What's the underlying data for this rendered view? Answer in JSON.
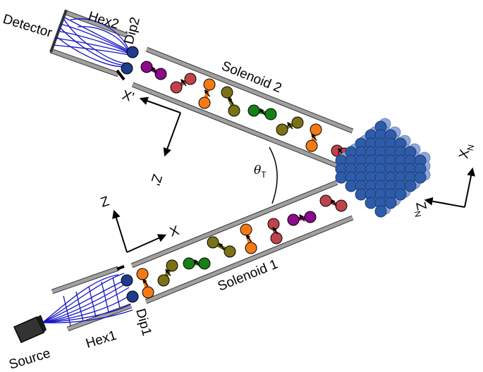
{
  "labels": {
    "detector": "Detector",
    "hex2": "Hex2",
    "dip2": "Dip2",
    "solenoid2": "Solenoid 2",
    "solenoid1": "Solenoid 1",
    "source": "Source",
    "hex1": "Hex1",
    "dip1": "Dip1",
    "theta": "θ",
    "theta_sub": "T"
  },
  "axes": {
    "beam1": {
      "z": "Z",
      "x": "X"
    },
    "beam2": {
      "x": "X'",
      "z": "Z'"
    },
    "nucleus": {
      "x": "X",
      "x_sub": "N",
      "z": "Z",
      "z_sub": "N"
    }
  },
  "colors": {
    "tube": "#a0a0a0",
    "tube_edge": "#333333",
    "coil": "#1414c8",
    "dipole": "#1f3c8c",
    "nucleus": "#2e5ca8",
    "nucleus_back": "#8fa8d8",
    "source_box": "#333333",
    "molecules": [
      "#8b0b8b",
      "#c0434b",
      "#f57a14",
      "#7a7214",
      "#158015"
    ]
  }
}
